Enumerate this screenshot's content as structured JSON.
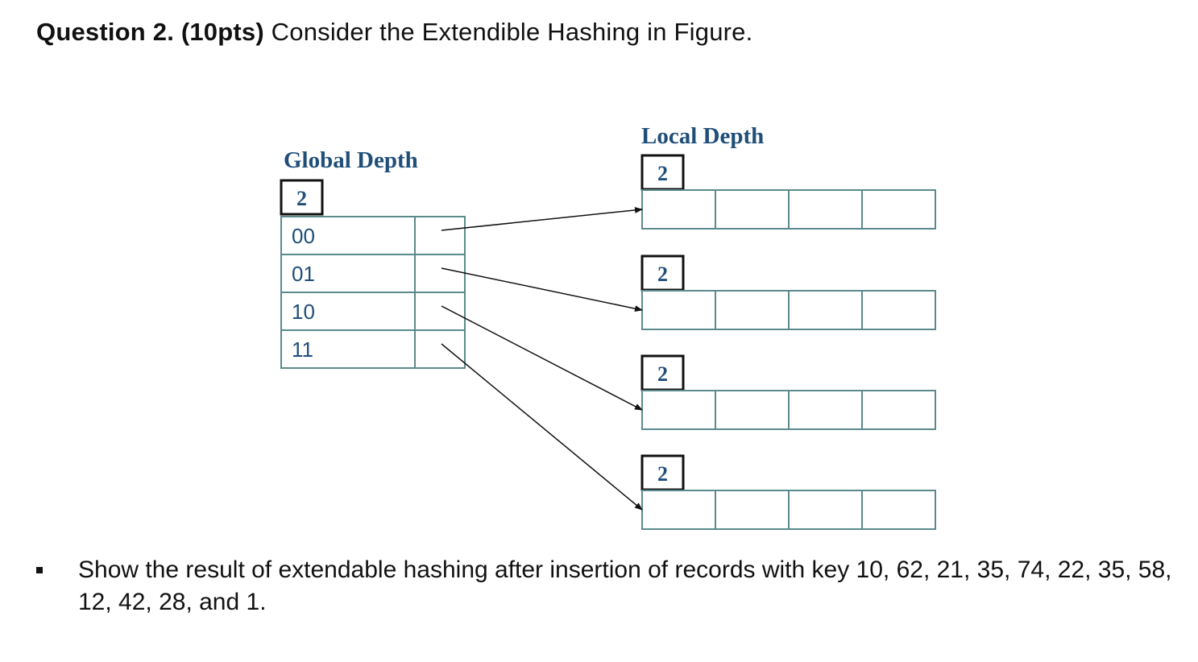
{
  "question": {
    "label": "Question 2. (10pts)",
    "text": " Consider the Extendible Hashing in Figure."
  },
  "diagram": {
    "global_depth_label": "Global Depth",
    "global_depth_value": "2",
    "local_depth_label": "Local Depth",
    "directory": [
      {
        "key": "00",
        "bucket": 0
      },
      {
        "key": "01",
        "bucket": 1
      },
      {
        "key": "10",
        "bucket": 2
      },
      {
        "key": "11",
        "bucket": 3
      }
    ],
    "buckets": [
      {
        "local_depth": "2",
        "slots": 4
      },
      {
        "local_depth": "2",
        "slots": 4
      },
      {
        "local_depth": "2",
        "slots": 4
      },
      {
        "local_depth": "2",
        "slots": 4
      }
    ],
    "line_color": "#5b8a8c",
    "label_color": "#1f4e79"
  },
  "task": {
    "bullet": "Show the result of extendable hashing after insertion of records with key 10, 62, 21, 35, 74, 22, 35, 58, 12, 42, 28, and 1."
  }
}
